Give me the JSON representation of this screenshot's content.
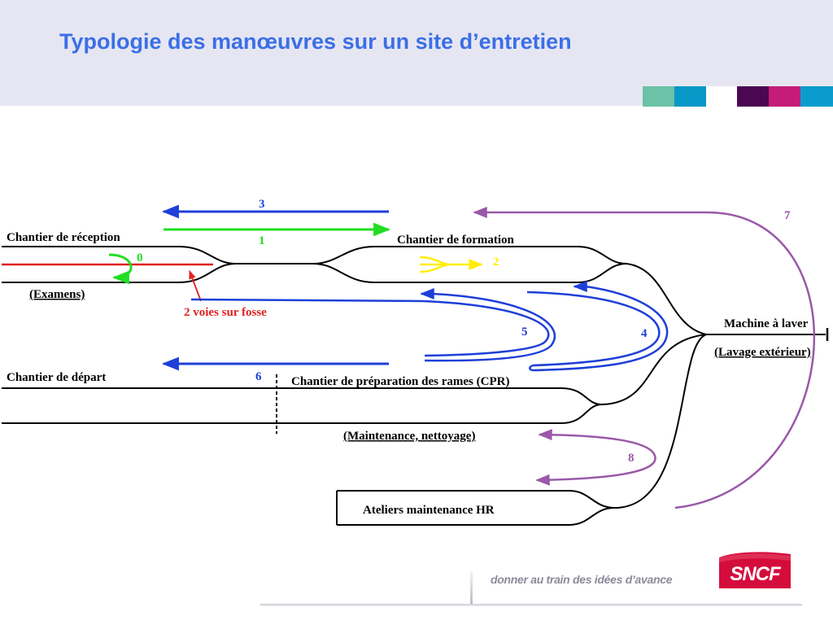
{
  "slide": {
    "title": "Typologie des manœuvres sur un site d’entretien",
    "tagline": "donner au train des idées d’avance",
    "logo_text": "SNCF"
  },
  "palette": {
    "header_bg": "#e6e6f2",
    "title": "#3b6fe6",
    "swatches": [
      "#6cc1a6",
      "#0898c8",
      "#ffffff",
      "#4a0852",
      "#c41c78",
      "#0a9ccc"
    ],
    "track": "#000000",
    "blue_arrow": "#1e3fd8",
    "green_arrow": "#22dd22",
    "red": "#e02020",
    "yellow": "#ffee00",
    "purple": "#9a58a8"
  },
  "labels": {
    "reception": "Chantier de réception",
    "examens": "(Examens)",
    "fosse": "2 voies sur fosse",
    "formation": "Chantier de formation",
    "machine": "Machine à laver",
    "lavage": "(Lavage extérieur)",
    "depart": "Chantier de départ",
    "cpr": "Chantier de préparation des rames (CPR)",
    "maintenance": "(Maintenance, nettoyage)",
    "ateliers": "Ateliers maintenance HR"
  },
  "manoeuvres": [
    "0",
    "1",
    "2",
    "3",
    "4",
    "5",
    "6",
    "7",
    "8"
  ]
}
